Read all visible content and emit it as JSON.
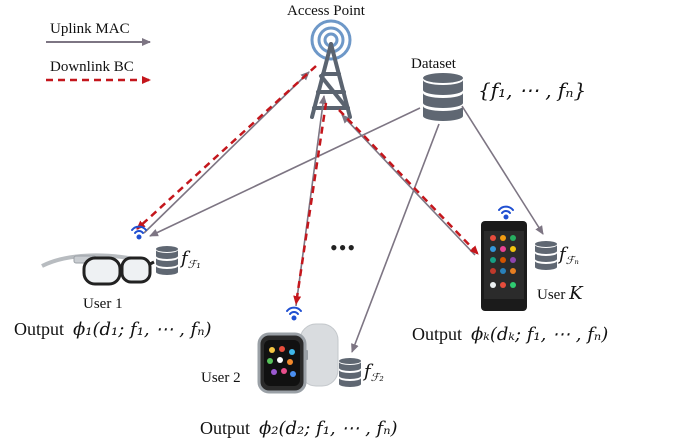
{
  "legend": {
    "uplink_label": "Uplink MAC",
    "downlink_label": "Downlink BC"
  },
  "colors": {
    "uplink": "#7d7583",
    "downlink": "#c4161c",
    "db": "#5f6772",
    "wifi": "#1f4fd1",
    "signal_ring": "#6e98c8"
  },
  "access_point": {
    "label": "Access Point"
  },
  "dataset": {
    "label": "Dataset",
    "set_text": "{f₁, ⋯ , fₙ}"
  },
  "ellipsis": "•••",
  "users": [
    {
      "name": "User 1",
      "device": "smart-glasses",
      "storage_label": "f",
      "storage_sub": "ℱ₁",
      "output_word": "Output",
      "output_expr": "ϕ₁(d₁; f₁, ⋯ , fₙ)"
    },
    {
      "name": "User 2",
      "device": "smartwatch",
      "storage_label": "f",
      "storage_sub": "ℱ₂",
      "output_word": "Output",
      "output_expr": "ϕ₂(d₂; f₁, ⋯ , fₙ)"
    },
    {
      "name": "User",
      "name_var": "K",
      "device": "smartphone",
      "storage_label": "f",
      "storage_sub": "ℱₙ",
      "output_word": "Output",
      "output_expr": "ϕₖ(dₖ; f₁, ⋯ , fₙ)"
    }
  ]
}
